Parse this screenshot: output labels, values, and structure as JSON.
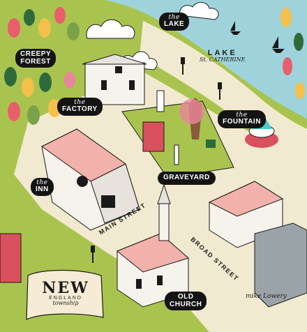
{
  "map": {
    "labels": {
      "creepy_forest": [
        "CREEPY",
        "FOREST"
      ],
      "the_lake": [
        "the",
        "LAKE"
      ],
      "lake_name": [
        "LAKE",
        "St. CATHERINE"
      ],
      "the_factory": [
        "the",
        "FACTORY"
      ],
      "the_fountain": [
        "the",
        "FOUNTAIN"
      ],
      "graveyard": "GRAVEYARD",
      "the_inn": [
        "the",
        "INN"
      ],
      "old_church": [
        "OLD",
        "CHURCH"
      ],
      "main_street": "MAIN STREET",
      "broad_street": "BROAD STREET"
    },
    "title_scroll": [
      "NEW",
      "ENGLAND",
      "township"
    ],
    "signature": "mike Lowery",
    "colors": {
      "lake": "#9ed3dc",
      "grass": "#a9c44e",
      "road": "#f1ead0",
      "roof": "#f2b2ab",
      "label_bg": "#141414",
      "fountain_water": "#4fc7c9",
      "red_building": "#d9505e"
    }
  }
}
